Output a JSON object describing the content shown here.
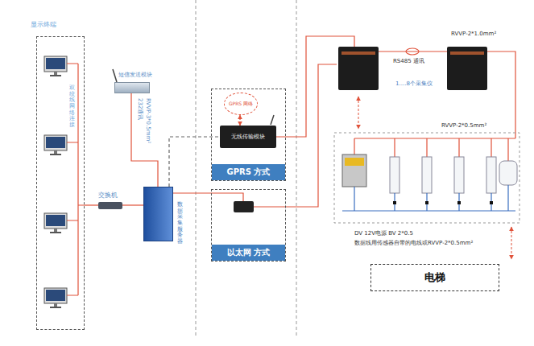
{
  "diagram": {
    "nodes": [
      {
        "text": [
          "显示终端"
        ]
      },
      {
        "text": [
          "交换机"
        ]
      },
      {
        "text": [
          "短信发送模块"
        ]
      },
      {
        "text": [
          "数据采集服务器"
        ]
      },
      {
        "text": [
          "GPRS 方式"
        ]
      },
      {
        "text": [
          "GPRS 网络"
        ],
        "in": 4
      },
      {
        "text": [
          "无线传输模块"
        ],
        "in": 4
      },
      {
        "text": [
          "以太网 方式"
        ]
      },
      {
        "text": [
          "1....8个采集仪"
        ]
      },
      {
        "text": [
          "电梯"
        ]
      }
    ],
    "edges": [
      {
        "from": 0,
        "to": 1,
        "arrow": "none"
      },
      {
        "from": 1,
        "to": 3,
        "arrow": "none"
      },
      {
        "from": 2,
        "to": 3,
        "arrow": "none"
      },
      {
        "from": 3,
        "to": 6,
        "arrow": "none"
      },
      {
        "from": 3,
        "to": 7,
        "arrow": "none"
      },
      {
        "from": 5,
        "to": 6,
        "arrow": "both"
      },
      {
        "from": 6,
        "to": 8,
        "arrow": "none"
      },
      {
        "from": 7,
        "to": 8,
        "arrow": "none"
      }
    ],
    "labels": [
      "双绞线网络连接",
      "232通讯",
      "RVVP-3*0.5mm²",
      "RS485 通讯",
      "RVVP-2*1.0mm²",
      "RVVP-2*0.5mm²",
      "DV 12V电源 BV 2*0.5",
      "数据线用传感器自带的电线或RVVP-2*0.5mm²"
    ]
  }
}
